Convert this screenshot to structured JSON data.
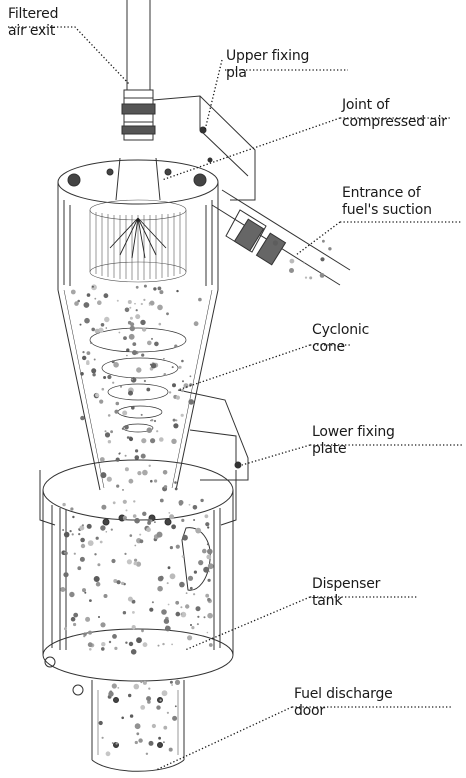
{
  "labels": {
    "filtered_air_exit": [
      "Filtered",
      "air exit"
    ],
    "upper_fixing_plate": [
      "Upper fixing",
      "pla"
    ],
    "joint_compressed_air": [
      "Joint of",
      "compressed air"
    ],
    "entrance_fuel_suction": [
      "Entrance of",
      "fuel's suction"
    ],
    "cyclonic_cone": [
      "Cyclonic",
      "cone"
    ],
    "lower_fixing_plate": [
      "Lower fixing",
      "plate"
    ],
    "dispenser_tank": [
      "Dispenser",
      "tank"
    ],
    "fuel_discharge_door": [
      "Fuel discharge",
      "door"
    ]
  },
  "colors": {
    "line": "#1a1a1a",
    "outline": "#333333",
    "particle": "#8a8a8a",
    "leader": "#1a1a1a"
  }
}
